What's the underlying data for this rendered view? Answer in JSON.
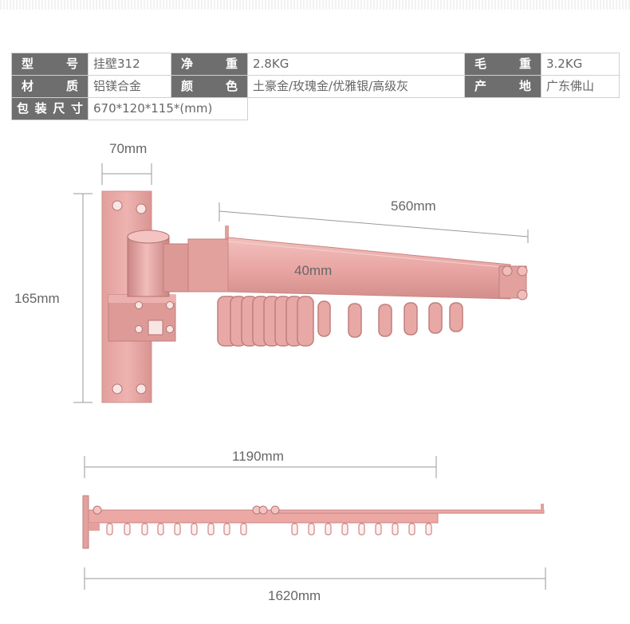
{
  "specs": {
    "row1": {
      "label1": "型 号",
      "value1": "挂壁312",
      "label2": "净 重",
      "value2": "2.8KG",
      "label3": "毛 重",
      "value3": "3.2KG"
    },
    "row2": {
      "label1": "材 质",
      "value1": "铝镁合金",
      "label2": "颜 色",
      "value2": "土豪金/玫瑰金/优雅银/高级灰",
      "label3": "产 地",
      "value3": "广东佛山"
    },
    "row3": {
      "label1": "包装尺寸",
      "value1": "670*120*115*(mm)"
    }
  },
  "dimensions": {
    "plate_width": "70mm",
    "height": "165mm",
    "arm_length": "560mm",
    "arm_height": "40mm",
    "folded_length": "1190mm",
    "extended_length": "1620mm"
  },
  "colors": {
    "product": "#e7a5a3",
    "product_dark": "#c98583",
    "product_light": "#f3c4c1",
    "header_label_bg": "#6e6e6e",
    "dimension_line": "#9a9a9a"
  }
}
